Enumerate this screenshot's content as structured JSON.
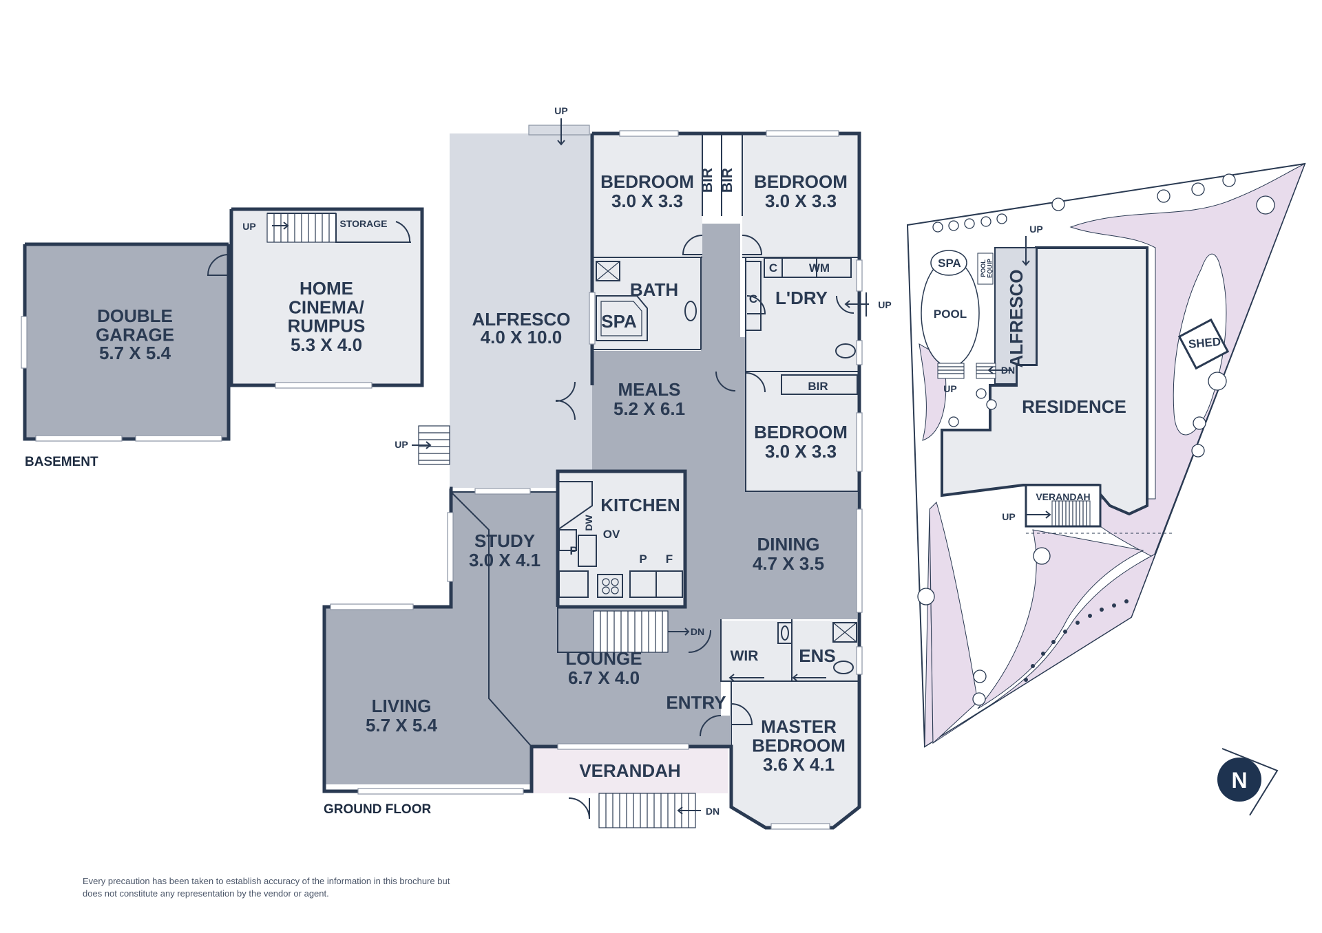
{
  "colors": {
    "wall": "#2a3a52",
    "dark_room": "#a9afbb",
    "light_room": "#e9ebef",
    "alfresco": "#d7dbe3",
    "veranda": "#f1eaf1",
    "site_lawn": "#e8dcec",
    "compass": "#1e3350"
  },
  "basement": {
    "caption": "BASEMENT",
    "garage_name": "DOUBLE\nGARAGE",
    "garage_size": "5.7 X 5.4",
    "cinema_name": "HOME\nCINEMA/\nRUMPUS",
    "cinema_size": "5.3 X 4.0",
    "storage": "STORAGE",
    "up": "UP"
  },
  "ground_floor": {
    "caption": "GROUND FLOOR",
    "rooms": {
      "alfresco": {
        "name": "ALFRESCO",
        "size": "4.0 X 10.0"
      },
      "bedroom_nw": {
        "name": "BEDROOM",
        "size": "3.0 X 3.3"
      },
      "bedroom_ne": {
        "name": "BEDROOM",
        "size": "3.0 X 3.3"
      },
      "bedroom_e": {
        "name": "BEDROOM",
        "size": "3.0 X 3.3"
      },
      "bath": "BATH",
      "spa": "SPA",
      "laundry": "L'DRY",
      "meals": {
        "name": "MEALS",
        "size": "5.2 X 6.1"
      },
      "kitchen": "KITCHEN",
      "study": {
        "name": "STUDY",
        "size": "3.0 X 4.1"
      },
      "dining": {
        "name": "DINING",
        "size": "4.7 X 3.5"
      },
      "lounge": {
        "name": "LOUNGE",
        "size": "6.7 X 4.0"
      },
      "living": {
        "name": "LIVING",
        "size": "5.7 X 5.4"
      },
      "entry": "ENTRY",
      "verandah": "VERANDAH",
      "master": {
        "name": "MASTER\nBEDROOM",
        "size": "3.6 X 4.1"
      },
      "wir": "WIR",
      "ens": "ENS"
    },
    "fixtures": {
      "bir": "BIR",
      "c": "C",
      "wm": "WM",
      "dw": "DW",
      "ov": "OV",
      "p": "P",
      "f": "F"
    },
    "arrows": {
      "up": "UP",
      "dn": "DN"
    }
  },
  "site_plan": {
    "residence": "RESIDENCE",
    "alfresco": "ALFRESCO",
    "pool": "POOL",
    "spa": "SPA",
    "pool_equip": "POOL\nEQUIP",
    "shed": "SHED",
    "verandah": "VERANDAH",
    "up": "UP",
    "dn": "DN"
  },
  "compass": {
    "letter": "N"
  },
  "disclaimer": "Every precaution has been taken to establish accuracy of the information in this brochure but does not constitute any representation by the vendor or agent."
}
